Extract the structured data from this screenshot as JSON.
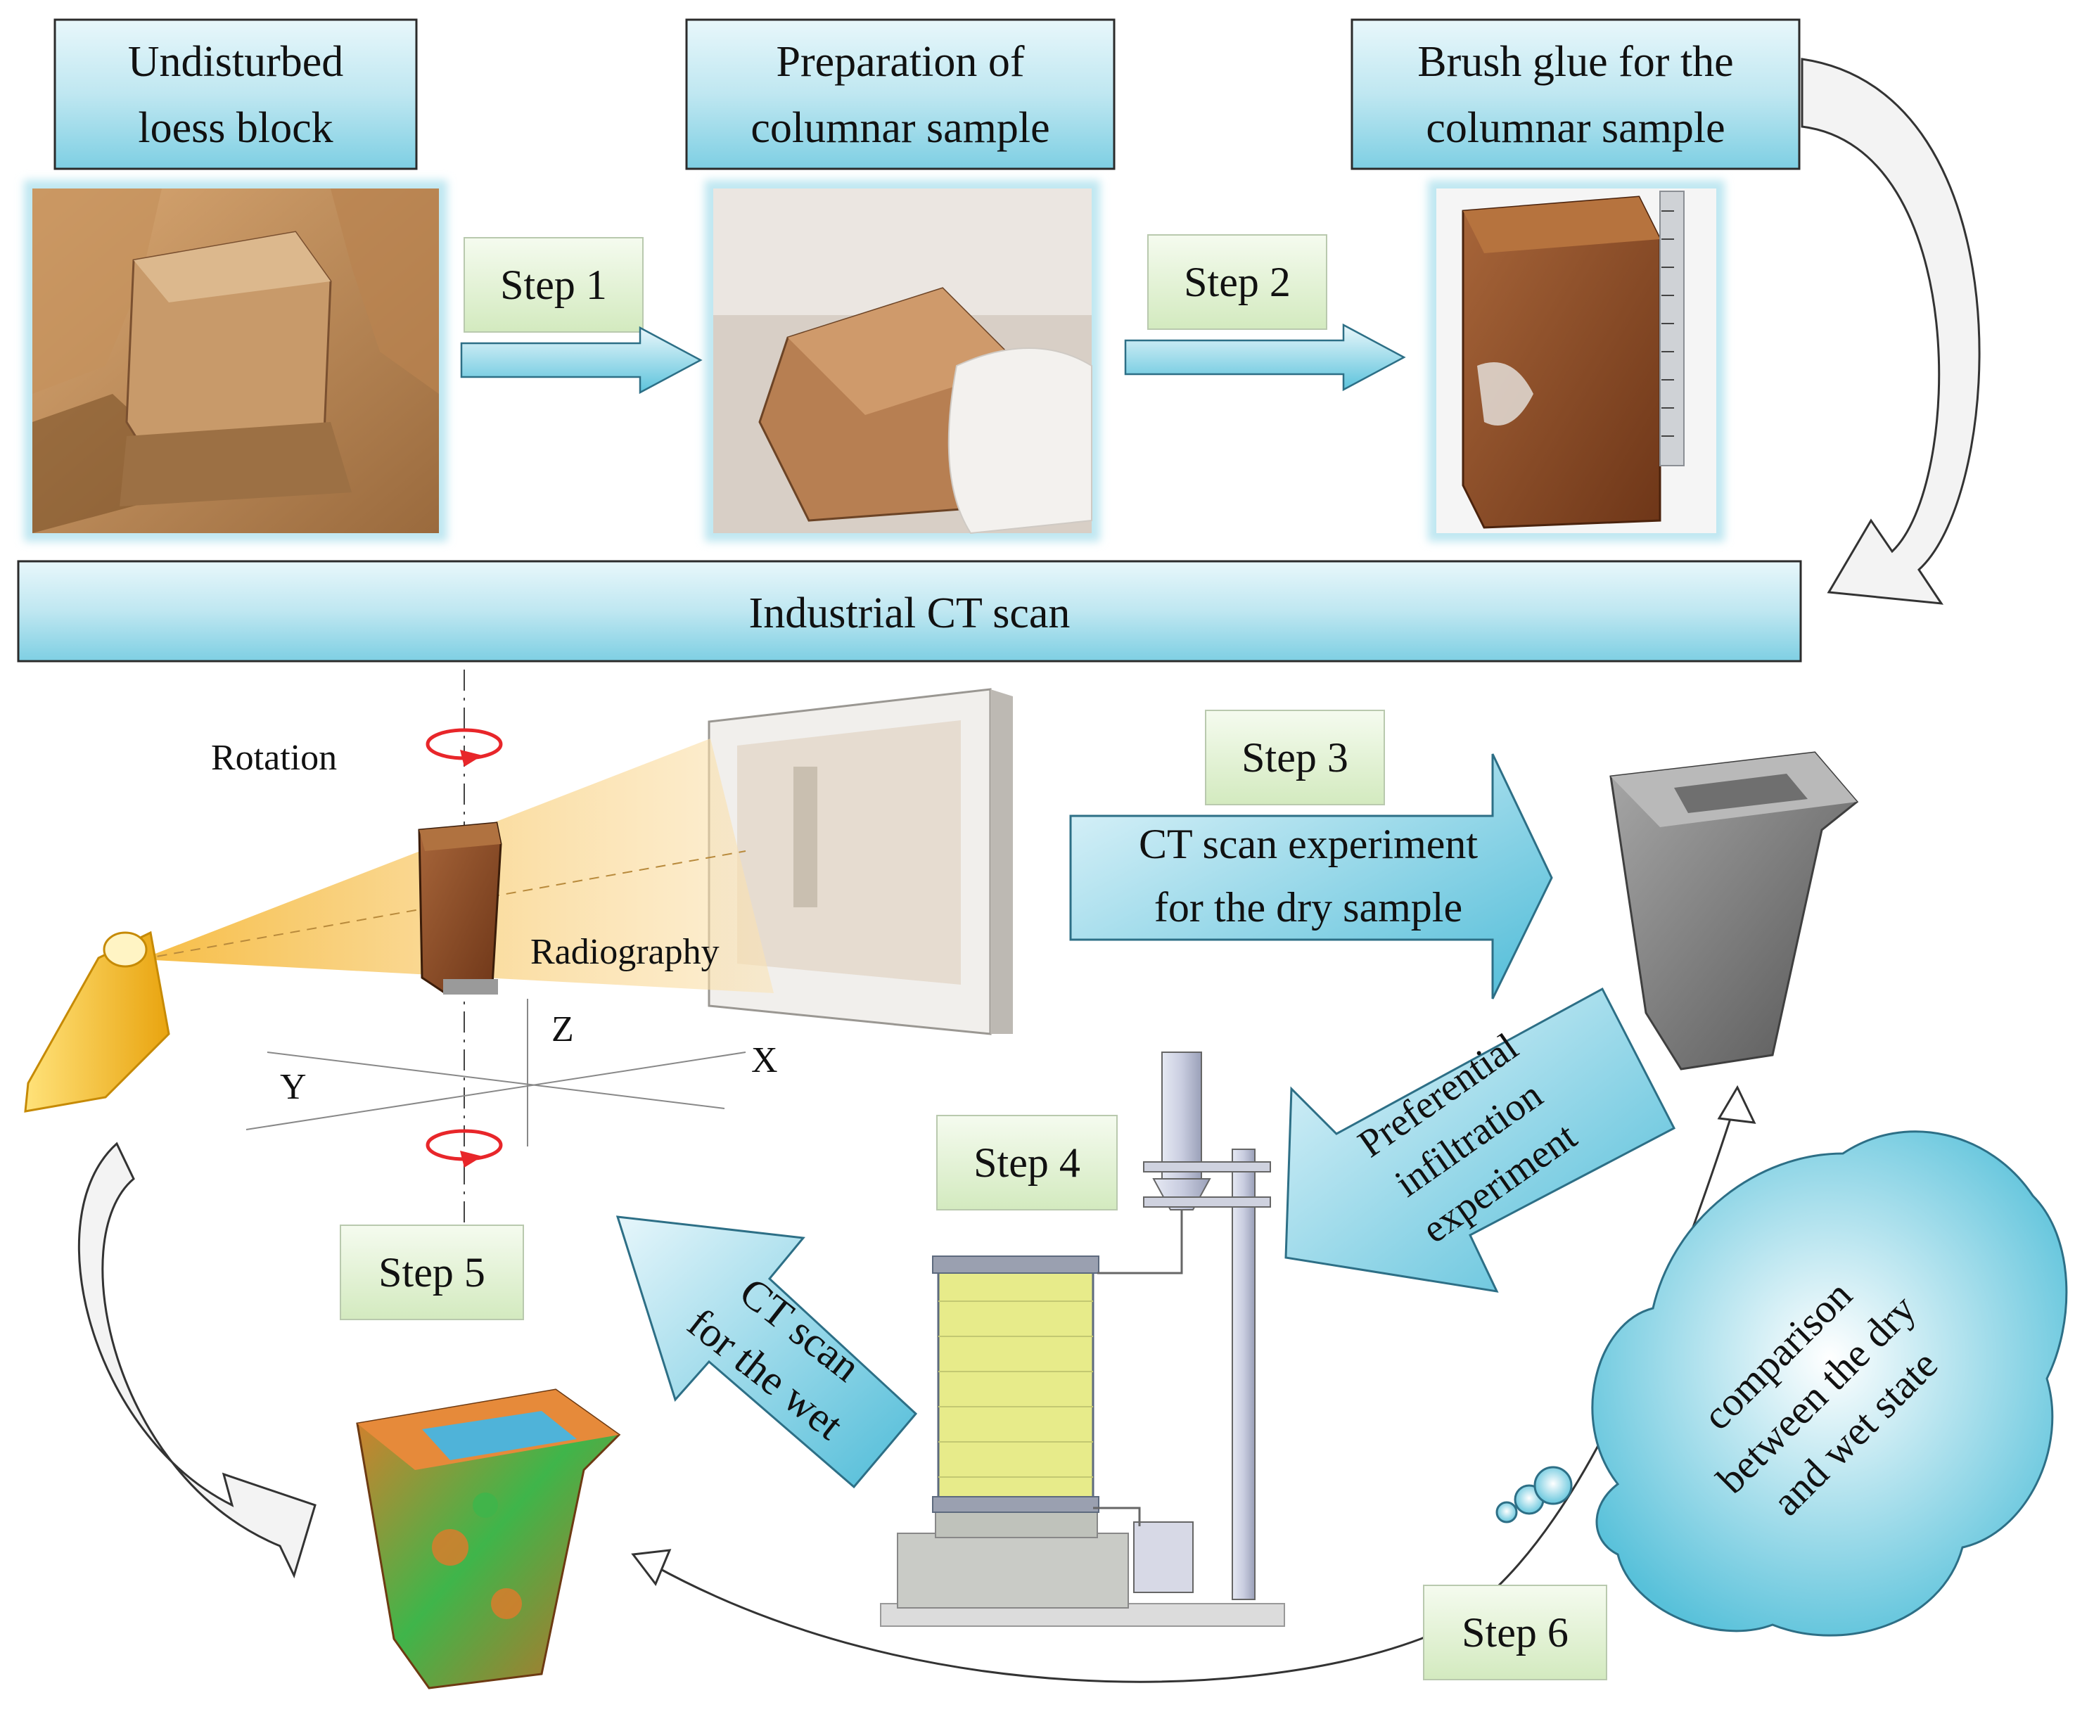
{
  "boxes": {
    "undisturbed_line1": "Undisturbed",
    "undisturbed_line2": "loess block",
    "preparation_line1": "Preparation of",
    "preparation_line2": "columnar sample",
    "brush_line1": "Brush glue for the",
    "brush_line2": "columnar sample",
    "industrial_ct": "Industrial CT scan"
  },
  "steps": {
    "step1": "Step 1",
    "step2": "Step 2",
    "step3": "Step 3",
    "step4": "Step 4",
    "step5": "Step 5",
    "step6": "Step 6"
  },
  "arrows": {
    "ct_dry_line1": "CT scan experiment",
    "ct_dry_line2": "for the dry sample",
    "preferential_line1": "Preferential",
    "preferential_line2": "infiltration",
    "preferential_line3": "experiment",
    "ct_wet_line1": "CT scan",
    "ct_wet_line2": "for the wet"
  },
  "scan_setup": {
    "rotation": "Rotation",
    "radiography": "Radiography",
    "axis_x": "X",
    "axis_y": "Y",
    "axis_z": "Z"
  },
  "cloud": {
    "line1": "comparison",
    "line2": "between the dry",
    "line3": "and wet state"
  },
  "colors": {
    "box_fill": "#bfe7f1",
    "step_fill": "#e3f2d8",
    "arrow_fill": "#7fd0e4",
    "beam": "#f4c46a",
    "source": "#f2b91c",
    "soil": "#8a4a26",
    "heatmap_green": "#3fb54a",
    "heatmap_orange": "#e07a2a",
    "heatmap_blue": "#4fb3d9"
  }
}
